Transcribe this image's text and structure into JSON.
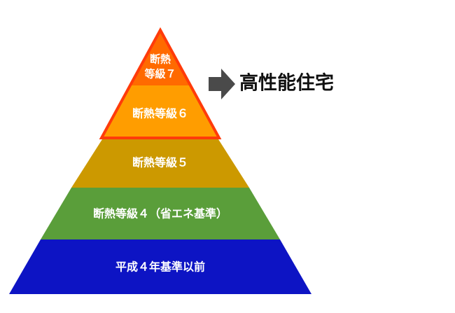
{
  "pyramid": {
    "tiers": [
      {
        "id": "grade-7",
        "lines": [
          "断熱",
          "等級７"
        ],
        "color": "#ff6a00"
      },
      {
        "id": "grade-6",
        "lines": [
          "断熱等級６"
        ],
        "color": "#ff9d00"
      },
      {
        "id": "grade-5",
        "lines": [
          "断熱等級５"
        ],
        "color": "#cc9900"
      },
      {
        "id": "grade-4",
        "lines": [
          "断熱等級４（省エネ基準）"
        ],
        "color": "#5a9e3a"
      },
      {
        "id": "pre-h4",
        "lines": [
          "平成４年基準以前"
        ],
        "color": "#0d14c4"
      }
    ],
    "highlight_color": "#ff3b0a"
  },
  "callout": {
    "label": "高性能住宅",
    "arrow_color": "#4a4a4a"
  }
}
